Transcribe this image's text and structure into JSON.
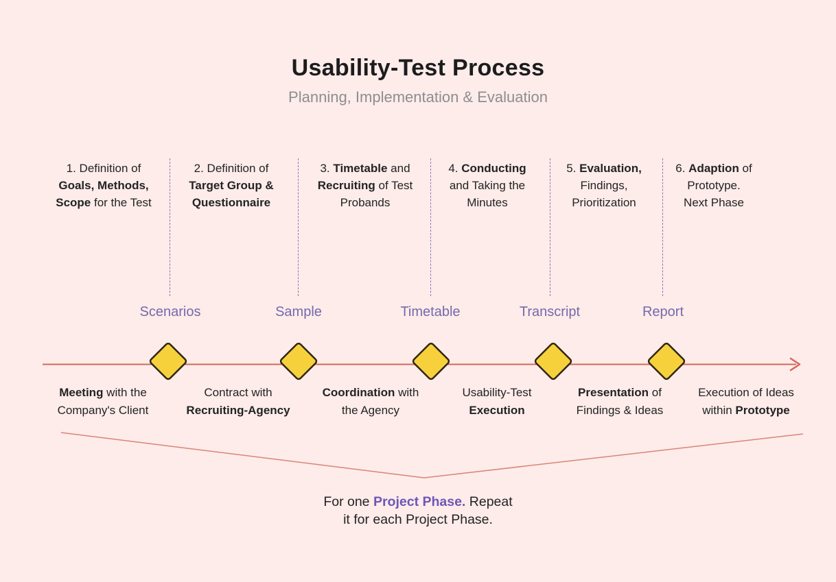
{
  "colors": {
    "background": "#fdece9",
    "purple_accent": "#7668ae",
    "purple_highlight": "#6f56b8",
    "timeline_red": "#d2685d",
    "bracket_red": "#d9837a",
    "diamond_fill": "#f7d13c",
    "diamond_border": "#2f2614",
    "text_dark": "#232325",
    "subtitle_gray": "#8d8d92"
  },
  "header": {
    "title": "Usability-Test Process",
    "subtitle": "Planning, Implementation & Evaluation"
  },
  "phases": [
    {
      "segments": [
        {
          "t": "1. Definition of"
        },
        {
          "br": true
        },
        {
          "t": "Goals, Methods,",
          "b": true
        },
        {
          "br": true
        },
        {
          "t": "Scope",
          "b": true
        },
        {
          "t": " for the Test"
        }
      ]
    },
    {
      "segments": [
        {
          "t": "2. Definition of"
        },
        {
          "br": true
        },
        {
          "t": "Target Group &",
          "b": true
        },
        {
          "br": true
        },
        {
          "t": "Questionnaire",
          "b": true
        }
      ]
    },
    {
      "segments": [
        {
          "t": "3. "
        },
        {
          "t": "Timetable",
          "b": true
        },
        {
          "t": " and"
        },
        {
          "br": true
        },
        {
          "t": "Recruiting",
          "b": true
        },
        {
          "t": " of Test"
        },
        {
          "br": true
        },
        {
          "t": "Probands"
        }
      ]
    },
    {
      "segments": [
        {
          "t": "4. "
        },
        {
          "t": "Conducting",
          "b": true
        },
        {
          "br": true
        },
        {
          "t": "and Taking the"
        },
        {
          "br": true
        },
        {
          "t": "Minutes"
        }
      ]
    },
    {
      "segments": [
        {
          "t": "5. "
        },
        {
          "t": "Evaluation,",
          "b": true
        },
        {
          "br": true
        },
        {
          "t": "Findings,"
        },
        {
          "br": true
        },
        {
          "t": "Prioritization"
        }
      ]
    },
    {
      "segments": [
        {
          "t": "6. "
        },
        {
          "t": "Adaption",
          "b": true
        },
        {
          "t": " of"
        },
        {
          "br": true
        },
        {
          "t": "Prototype."
        },
        {
          "br": true
        },
        {
          "t": "Next Phase"
        }
      ]
    }
  ],
  "milestones": [
    {
      "label": "Scenarios"
    },
    {
      "label": "Sample"
    },
    {
      "label": "Timetable"
    },
    {
      "label": "Transcript"
    },
    {
      "label": "Report"
    }
  ],
  "timeline_labels": [
    {
      "segments": [
        {
          "t": "Meeting",
          "b": true
        },
        {
          "t": " with the"
        },
        {
          "br": true
        },
        {
          "t": "Company's Client"
        }
      ]
    },
    {
      "segments": [
        {
          "t": "Contract with"
        },
        {
          "br": true
        },
        {
          "t": "Recruiting-Agency",
          "b": true
        }
      ]
    },
    {
      "segments": [
        {
          "t": "Coordination",
          "b": true
        },
        {
          "t": " with"
        },
        {
          "br": true
        },
        {
          "t": "the Agency"
        }
      ]
    },
    {
      "segments": [
        {
          "t": "Usability-Test"
        },
        {
          "br": true
        },
        {
          "t": "Execution",
          "b": true
        }
      ]
    },
    {
      "segments": [
        {
          "t": "Presentation",
          "b": true
        },
        {
          "t": " of"
        },
        {
          "br": true
        },
        {
          "t": "Findings & Ideas"
        }
      ]
    },
    {
      "segments": [
        {
          "t": "Execution of Ideas"
        },
        {
          "br": true
        },
        {
          "t": "within "
        },
        {
          "t": "Prototype",
          "b": true
        }
      ]
    }
  ],
  "footer": {
    "segments": [
      {
        "t": "For one "
      },
      {
        "t": "Project Phase.",
        "b": true,
        "purple": true
      },
      {
        "t": " Repeat"
      },
      {
        "br": true
      },
      {
        "t": "it for each Project Phase."
      }
    ]
  }
}
